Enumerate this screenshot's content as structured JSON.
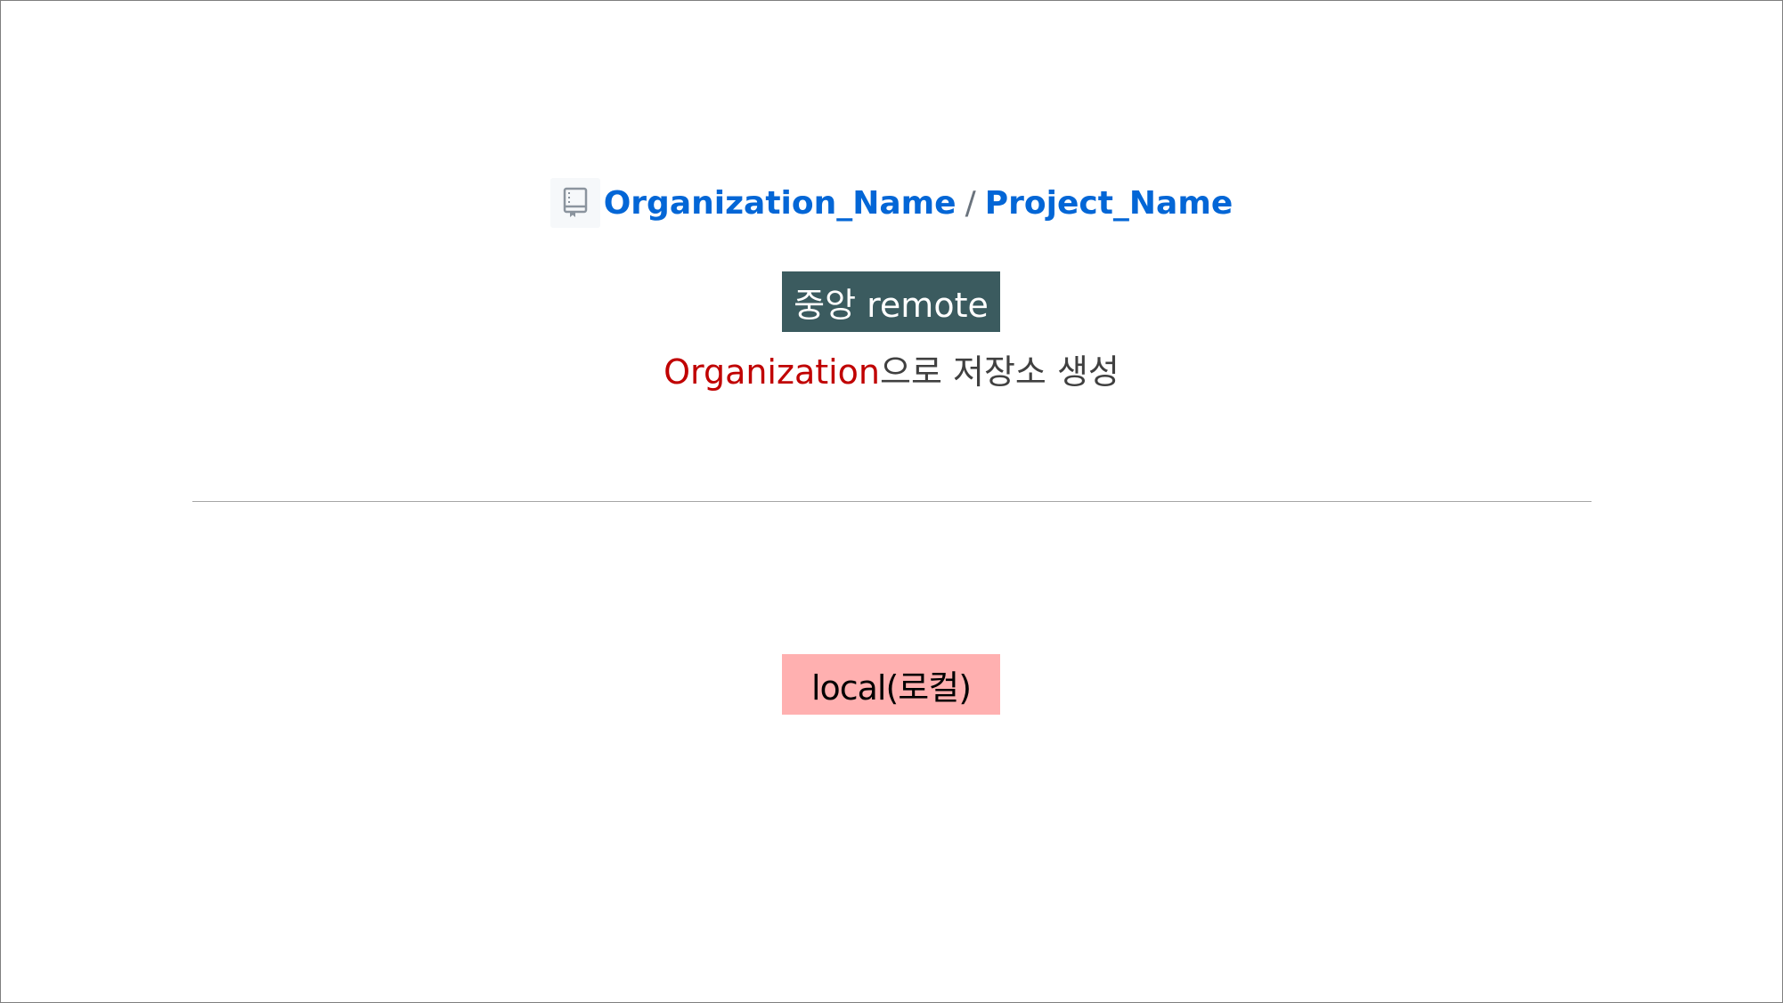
{
  "repo": {
    "icon": "repo-book-icon",
    "organization": "Organization_Name",
    "separator": "/",
    "project": "Project_Name",
    "link_color": "#0366d6"
  },
  "remote": {
    "label": "중앙 remote",
    "background": "#3b5b5f"
  },
  "caption": {
    "highlight": "Organization",
    "rest": "으로 저장소 생성",
    "highlight_color": "#c00000"
  },
  "local": {
    "label": "local(로컬)",
    "background": "#ffb0b0"
  }
}
